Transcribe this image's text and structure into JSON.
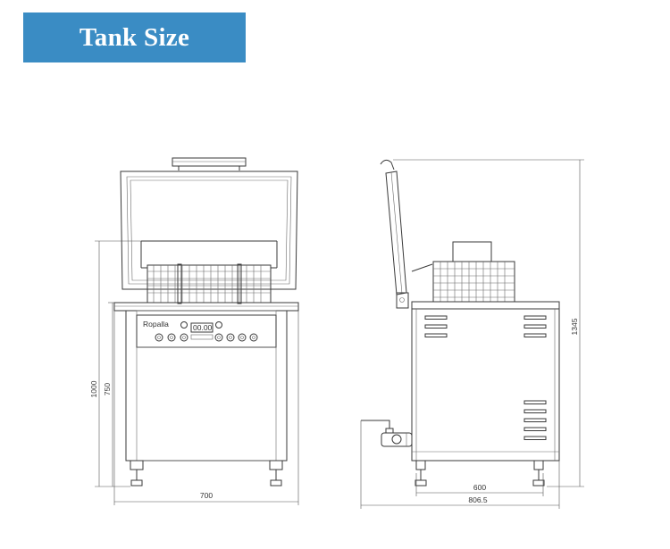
{
  "title": "Tank Size",
  "colors": {
    "banner_bg": "#3a8cc4",
    "banner_text": "#ffffff",
    "line": "#3a3a3a"
  },
  "front_view": {
    "dimensions": {
      "width": "700",
      "height_total": "1000",
      "height_body": "750"
    },
    "panel_brand": "Ropalla",
    "display": "00.00"
  },
  "side_view": {
    "dimensions": {
      "height_total": "1345",
      "depth_body": "600",
      "depth_total": "806.5"
    }
  }
}
